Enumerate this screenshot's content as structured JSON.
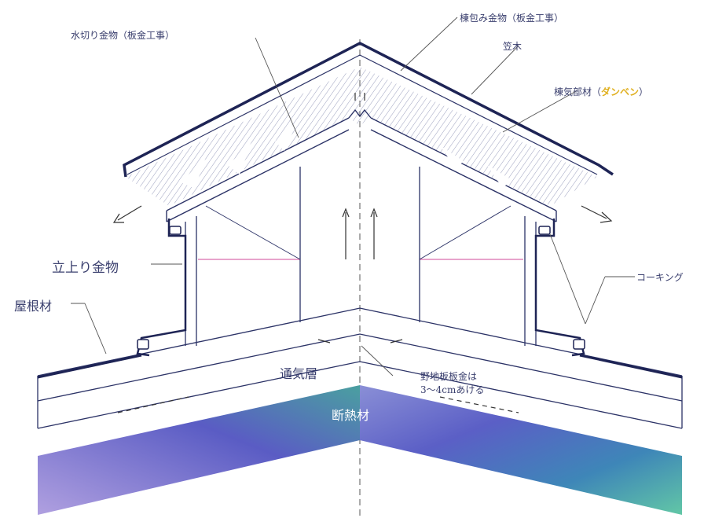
{
  "labels": {
    "mizukiri": "水切り金物（板金工事）",
    "tsutsumi": "棟包み金物（板金工事）",
    "kasagi": "笠木",
    "kanki_prefix": "棟気部材（",
    "kanki_brand": "ダンベン",
    "kanki_suffix": "）",
    "tachiagari": "立上り金物",
    "yanezai": "屋根材",
    "caulking": "コーキング",
    "tsukisou": "通気層",
    "noji_line1": "野地板板金は",
    "noji_line2": "3〜4cmあける",
    "dannetsu": "断熱材"
  },
  "colors": {
    "line": "#2b3266",
    "accent_pink": "#d24a9a",
    "brand_text": "#e0b020",
    "insulation_start": "#7f86cc",
    "insulation_end": "#4fb9a3"
  }
}
